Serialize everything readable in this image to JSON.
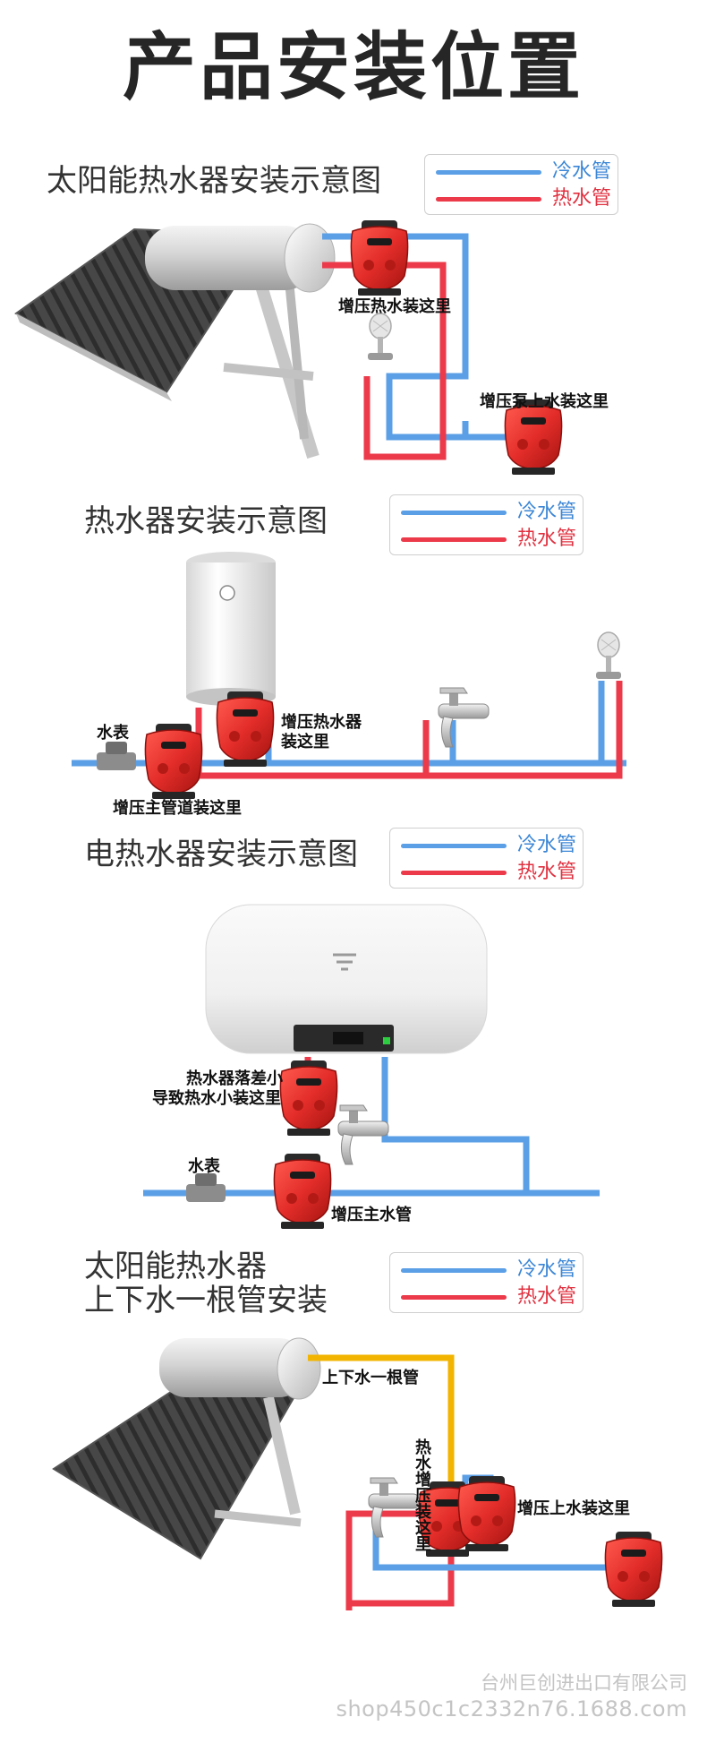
{
  "title": "产品安装位置",
  "colors": {
    "cold": "#5b9fe6",
    "hot": "#ec3a4a",
    "yellow": "#f2b400",
    "pump": "#e32d2a"
  },
  "legend": {
    "cold": "冷水管",
    "hot": "热水管"
  },
  "sections": [
    {
      "title": "太阳能热水器安装示意图",
      "labels": {
        "pump_hot": "增压热水装这里",
        "pump_supply": "增压泵上水装这里"
      }
    },
    {
      "title": "热水器安装示意图",
      "labels": {
        "meter": "水表",
        "pump_heater_l1": "增压热水器",
        "pump_heater_l2": "装这里",
        "pump_main": "增压主管道装这里"
      }
    },
    {
      "title": "电热水器安装示意图",
      "labels": {
        "drop_l1": "热水器落差小",
        "drop_l2": "导致热水小装这里",
        "meter": "水表",
        "main": "增压主水管"
      }
    },
    {
      "title_l1": "太阳能热水器",
      "title_l2": "上下水一根管安装",
      "labels": {
        "single_pipe": "上下水一根管",
        "hot_boost": "热水增压装这里",
        "supply": "增压上水装这里"
      }
    }
  ],
  "watermark": {
    "company": "台州巨创进出口有限公司",
    "shop": "shop450c1c2332n76.1688.com"
  }
}
